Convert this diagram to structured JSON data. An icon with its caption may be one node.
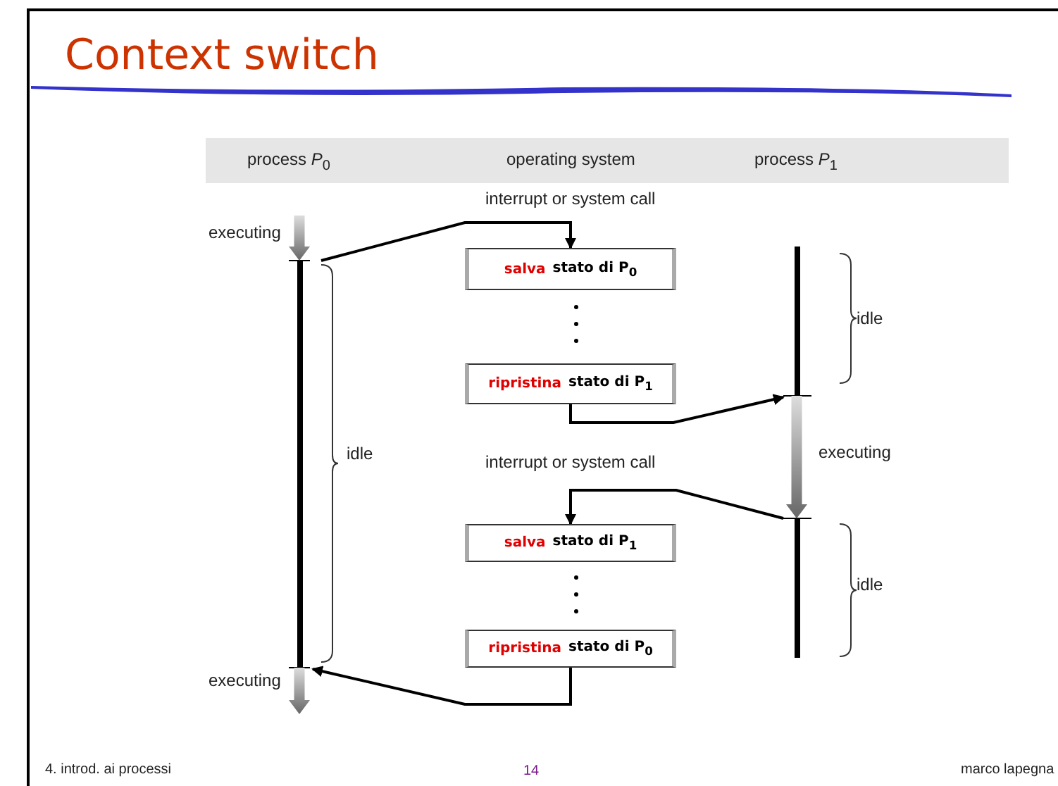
{
  "diagram": {
    "title": "Context switch",
    "nodes": [
      {
        "text": [],
        "shape": "arrow",
        "beside": [
          "executing"
        ]
      },
      {
        "text": [],
        "shape": "bar",
        "beside": [
          "idle"
        ]
      },
      {
        "text": [
          "salva",
          "stato di P$_{0}$"
        ]
      },
      {
        "text": [],
        "shape": "bar",
        "beside": [
          "idle"
        ]
      },
      {
        "text": [
          "ripristina",
          "stato di P$_{1}$"
        ]
      },
      {
        "text": [],
        "shape": "arrow",
        "beside": [
          "executing"
        ]
      },
      {
        "text": [
          "salva",
          "stato di P$_{1}$"
        ]
      },
      {
        "text": [],
        "shape": "bar",
        "beside": [
          "idle"
        ]
      },
      {
        "text": [
          "ripristina",
          "stato di P$_{0}$"
        ]
      },
      {
        "text": [],
        "shape": "arrow",
        "beside": [
          "executing"
        ]
      }
    ],
    "edges": [
      {
        "from": 0,
        "to": 2,
        "arrow": "to",
        "label": "interrupt or system call"
      },
      {
        "from": 4,
        "to": 5,
        "arrow": "to"
      },
      {
        "from": 5,
        "to": 6,
        "arrow": "to",
        "label": "interrupt or system call"
      },
      {
        "from": 8,
        "to": 9,
        "arrow": "to"
      }
    ],
    "labels": [
      "process *P*$_{0}$",
      "operating system",
      "process *P*$_{1}$",
      "4. introd. ai processi",
      "14",
      "marco lapegna"
    ]
  }
}
